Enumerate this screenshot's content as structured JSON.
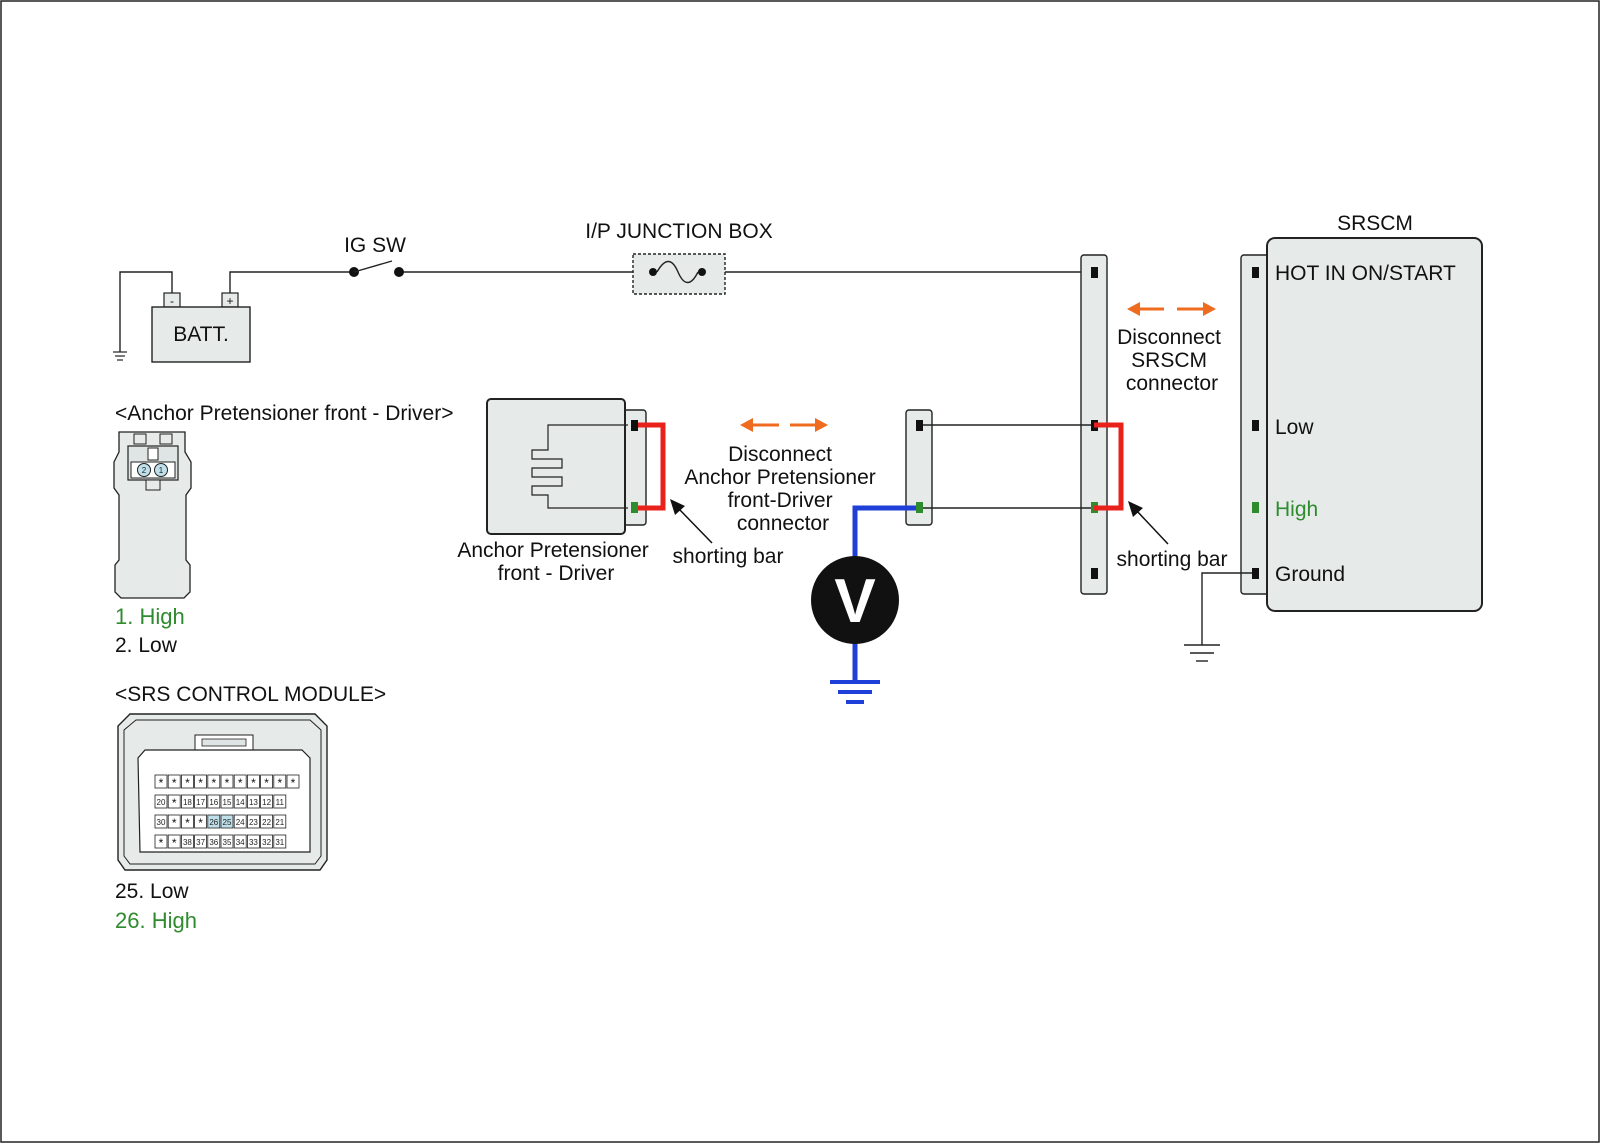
{
  "labels": {
    "ig_sw": "IG SW",
    "junction_box": "I/P JUNCTION BOX",
    "battery": "BATT.",
    "batt_neg": "-",
    "batt_pos": "+",
    "srscm_title": "SRSCM",
    "pin_hot": "HOT IN ON/START",
    "pin_low": "Low",
    "pin_high": "High",
    "pin_ground": "Ground",
    "disconnect_srscm": [
      "Disconnect",
      "SRSCM",
      "connector"
    ],
    "disconnect_anchor": [
      "Disconnect",
      "Anchor Pretensioner",
      "front-Driver",
      "connector"
    ],
    "anchor_component": [
      "Anchor Pretensioner",
      "front - Driver"
    ],
    "shorting_bar_left": "shorting bar",
    "shorting_bar_right": "shorting bar",
    "voltmeter": "V"
  },
  "anchor_connector": {
    "title": "<Anchor Pretensioner front - Driver>",
    "pin_numbers": [
      "2",
      "1"
    ],
    "pins": [
      {
        "text": "1. High",
        "color": "#2e8b2e"
      },
      {
        "text": "2. Low",
        "color": "#111111"
      }
    ]
  },
  "srs_module": {
    "title": "<SRS CONTROL MODULE>",
    "rows": [
      [
        "*",
        "*",
        "*",
        "*",
        "*",
        "*",
        "*",
        "*",
        "*",
        "*",
        "*"
      ],
      [
        "20",
        "*",
        "18",
        "17",
        "16",
        "15",
        "14",
        "13",
        "12",
        "11"
      ],
      [
        "30",
        "*",
        "*",
        "*",
        "26",
        "25",
        "24",
        "23",
        "22",
        "21"
      ],
      [
        "*",
        "*",
        "38",
        "37",
        "36",
        "35",
        "34",
        "33",
        "32",
        "31"
      ]
    ],
    "highlight_pins": [
      "26",
      "25"
    ],
    "pins": [
      {
        "text": "25. Low",
        "color": "#111111"
      },
      {
        "text": "26. High",
        "color": "#2e8b2e"
      }
    ]
  },
  "colors": {
    "high_pin": "#2e8b2e",
    "shorting_bar": "#e8221b",
    "meter_lead": "#1f3fd9",
    "disconnect_arrow": "#ee6b1f",
    "box_fill": "#e6ebea",
    "pin_highlight": "#bfe0ea"
  }
}
